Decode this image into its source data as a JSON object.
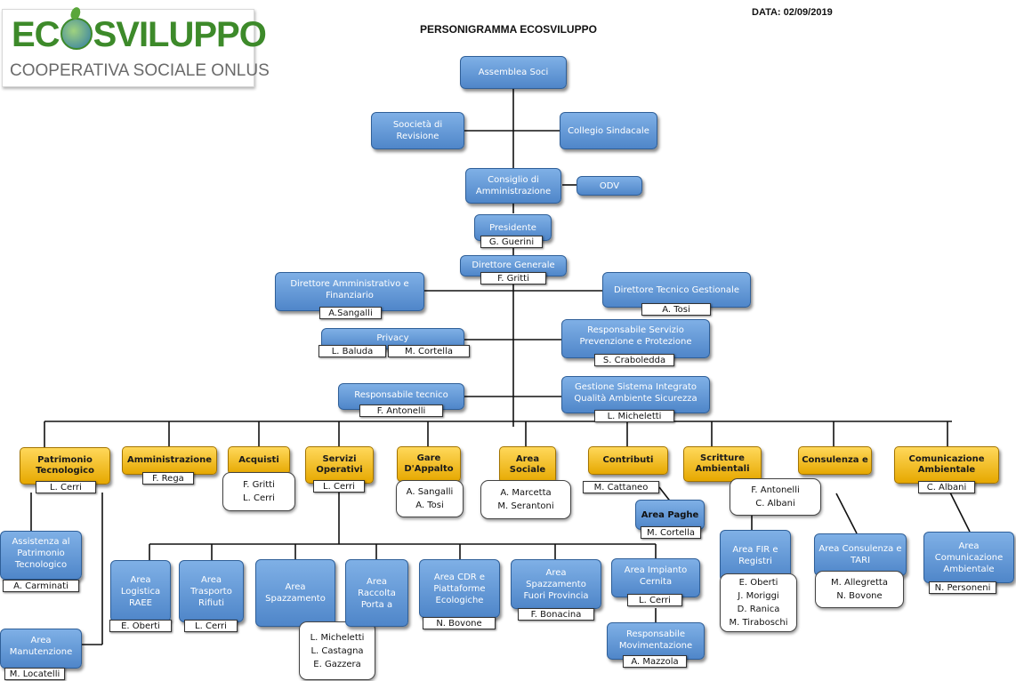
{
  "header": {
    "date": "DATA: 02/09/2019",
    "title": "PERSONIGRAMMA ECOSVILUPPO",
    "logo_main": "ECOSVILUPPO",
    "logo_sub": "COOPERATIVA SOCIALE ONLUS"
  },
  "top": {
    "assemblea": "Assemblea Soci",
    "societa_revisione": "Soocietà di Revisione",
    "collegio": "Collegio Sindacale",
    "cda": "Consiglio di Amministrazione",
    "odv": "ODV",
    "presidente": "Presidente",
    "presidente_name": "G. Guerini",
    "dg": "Direttore Generale",
    "dg_name": "F. Gritti"
  },
  "staff": {
    "dir_amm": "Direttore Amministrativo e Finanziario",
    "dir_amm_name": "A.Sangalli",
    "dir_tec": "Direttore Tecnico Gestionale",
    "dir_tec_name": "A. Tosi",
    "privacy": "Privacy",
    "privacy_name1": "L. Baluda",
    "privacy_name2": "M. Cortella",
    "rspp": "Responsabile Servizio Prevenzione e Protezione",
    "rspp_name": "S. Craboledda",
    "resp_tecnico": "Responsabile tecnico",
    "resp_tecnico_name": "F. Antonelli",
    "gestione": "Gestione Sistema Integrato Qualità Ambiente Sicurezza",
    "gestione_name": "L. Micheletti"
  },
  "areas": {
    "patrimonio": "Patrimonio Tecnologico",
    "patrimonio_name": "L. Cerri",
    "amministrazione": "Amministrazione",
    "amministrazione_name": "F. Rega",
    "acquisti": "Acquisti",
    "acquisti_names": [
      "F. Gritti",
      "L. Cerri"
    ],
    "servizi": "Servizi Operativi",
    "servizi_name": "L. Cerri",
    "gare": "Gare D'Appalto",
    "gare_names": [
      "A. Sangalli",
      "A. Tosi"
    ],
    "sociale": "Area Sociale",
    "sociale_names": [
      "A. Marcetta",
      "M. Serantoni"
    ],
    "contributi": "Contributi",
    "contributi_name": "M. Cattaneo",
    "scritture": "Scritture Ambientali",
    "consulenza": "Consulenza e",
    "consulenza_names": [
      "F. Antonelli",
      "C. Albani"
    ],
    "comunicazione": "Comunicazione Ambientale",
    "comunicazione_name": "C. Albani"
  },
  "sub": {
    "assistenza": "Assistenza al Patrimonio Tecnologico",
    "assistenza_name": "A. Carminati",
    "manutenzione": "Area Manutenzione",
    "manutenzione_name": "M. Locatelli",
    "logistica": "Area Logistica RAEE",
    "logistica_name": "E. Oberti",
    "trasporto": "Area Trasporto Rifiuti",
    "trasporto_name": "L. Cerri",
    "spazzamento": "Area Spazzamento",
    "spazzamento_names": [
      "L. Micheletti",
      "L. Castagna",
      "E. Gazzera"
    ],
    "raccolta": "Area Raccolta Porta a",
    "cdr": "Area CDR e Piattaforme Ecologiche",
    "cdr_name": "N. Bovone",
    "fuori_prov": "Area Spazzamento Fuori Provincia",
    "fuori_prov_name": "F. Bonacina",
    "cernita": "Area Impianto Cernita",
    "cernita_name": "L. Cerri",
    "movimentazione": "Responsabile Movimentazione",
    "movimentazione_name": "A. Mazzola",
    "paghe": "Area Paghe",
    "paghe_name": "M. Cortella",
    "fir": "Area FIR e Registri",
    "fir_names": [
      "E. Oberti",
      "J. Moriggi",
      "D. Ranica",
      "M. Tiraboschi"
    ],
    "cons_tari": "Area Consulenza e TARI",
    "cons_tari_names": [
      "M. Allegretta",
      "N. Bovone"
    ],
    "com_amb": "Area Comunicazione Ambientale",
    "com_amb_name": "N. Personeni"
  }
}
